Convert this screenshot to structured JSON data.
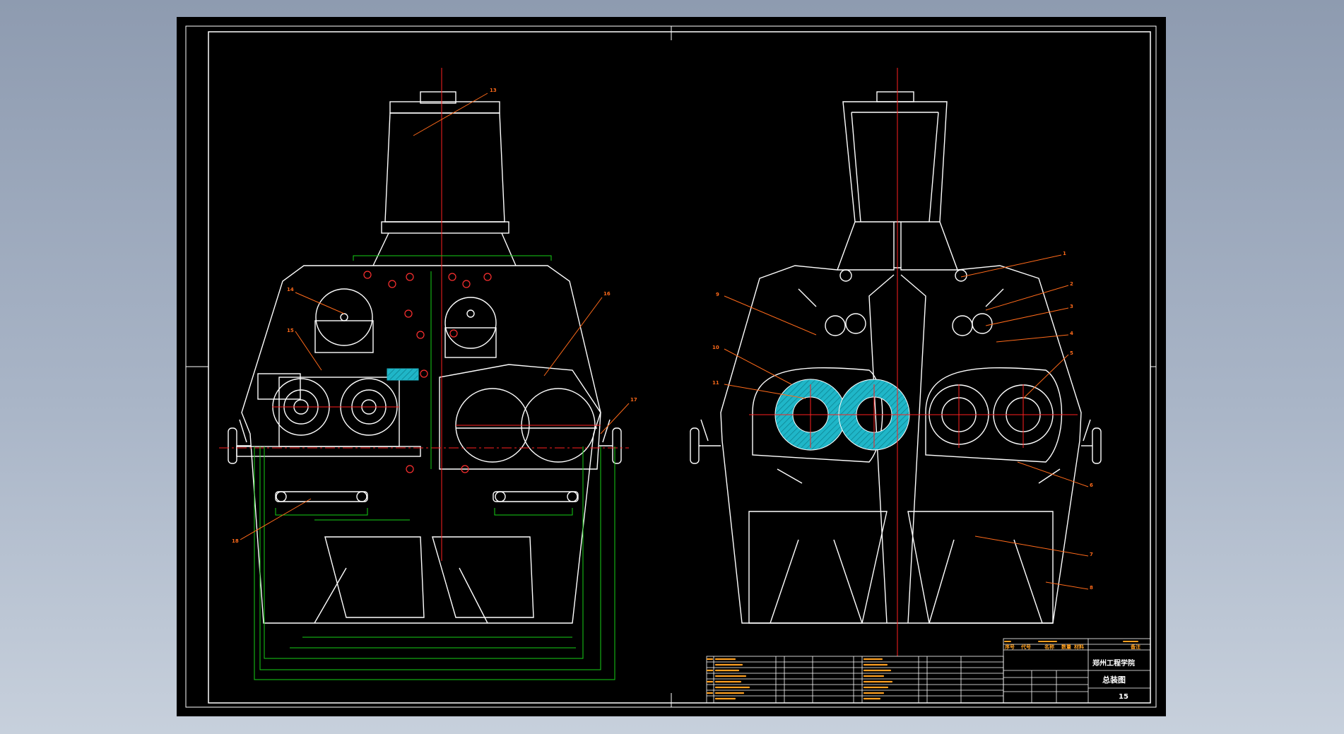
{
  "app": {
    "view_background": "#000000"
  },
  "colors": {
    "line": "#ffffff",
    "centerline": "#ff2020",
    "leader": "#ff6a1a",
    "dimension": "#16d016",
    "section": "#1fb6c8",
    "titleblock_text": "#ffa020",
    "border": "#ffffff"
  },
  "title_block": {
    "school": "郑州工程学院",
    "drawing_title": "总装图",
    "sheet_code": "15",
    "header_seq": "序号",
    "header_code": "代号",
    "header_name": "名称",
    "header_qty": "数量",
    "header_material": "材料",
    "header_note": "备注"
  },
  "views": [
    {
      "id": "front-view",
      "part_callouts": [
        "13",
        "14",
        "15",
        "16",
        "17",
        "18"
      ]
    },
    {
      "id": "section-view",
      "part_callouts": [
        "1",
        "2",
        "3",
        "4",
        "5",
        "6",
        "7",
        "8",
        "9",
        "10",
        "11"
      ]
    }
  ]
}
